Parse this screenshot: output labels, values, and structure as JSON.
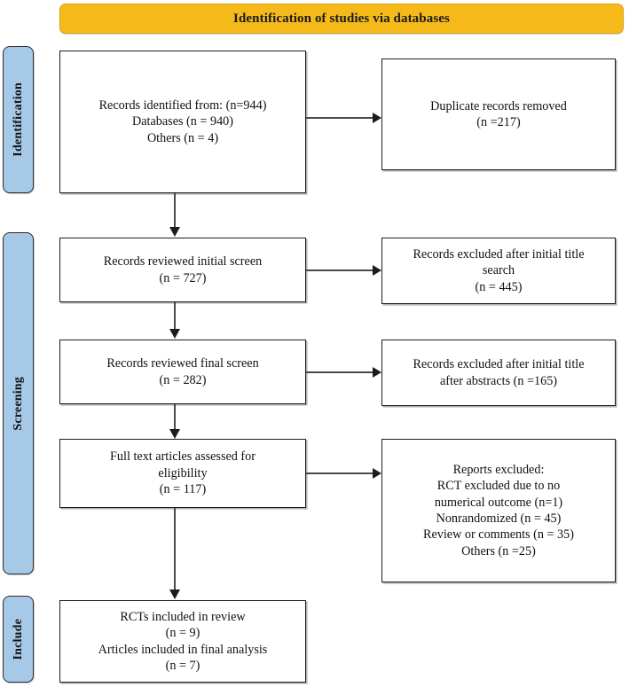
{
  "header": {
    "title": "Identification of studies via databases"
  },
  "stages": [
    {
      "id": "identification",
      "label": "Identification"
    },
    {
      "id": "screening",
      "label": "Screening"
    },
    {
      "id": "include",
      "label": "Include"
    }
  ],
  "boxes": {
    "identified": {
      "text": "Records identified from: (n=944)\nDatabases (n = 940)\nOthers (n = 4)"
    },
    "duplicates": {
      "text": "Duplicate records removed\n(n =217)"
    },
    "initial_screen": {
      "text": "Records reviewed initial screen\n(n = 727)"
    },
    "excluded_title": {
      "text": "Records excluded after initial title\nsearch\n(n = 445)"
    },
    "final_screen": {
      "text": "Records reviewed final screen\n(n = 282)"
    },
    "excluded_abstracts": {
      "text": "Records excluded after initial title\nafter abstracts (n =165)"
    },
    "fulltext": {
      "text": "Full text articles assessed for\neligibility\n(n = 117)"
    },
    "reports_excluded": {
      "text": "Reports excluded:\nRCT excluded due to no\nnumerical outcome (n=1)\nNonrandomized (n = 45)\nReview or comments (n = 35)\nOthers (n =25)"
    },
    "included": {
      "text": "RCTs included in review\n(n = 9)\nArticles included in final analysis\n(n = 7)"
    }
  },
  "chart_data": {
    "type": "diagram",
    "title": "Identification of studies via databases",
    "nodes": [
      {
        "id": "identified",
        "stage": "Identification",
        "column": "left",
        "label": "Records identified from",
        "counts": {
          "total": 944,
          "Databases": 940,
          "Others": 4
        }
      },
      {
        "id": "duplicates",
        "stage": "Identification",
        "column": "right",
        "label": "Duplicate records removed",
        "counts": {
          "n": 217
        }
      },
      {
        "id": "initial_screen",
        "stage": "Screening",
        "column": "left",
        "label": "Records reviewed initial screen",
        "counts": {
          "n": 727
        }
      },
      {
        "id": "excluded_title",
        "stage": "Screening",
        "column": "right",
        "label": "Records excluded after initial title search",
        "counts": {
          "n": 445
        }
      },
      {
        "id": "final_screen",
        "stage": "Screening",
        "column": "left",
        "label": "Records reviewed final screen",
        "counts": {
          "n": 282
        }
      },
      {
        "id": "excluded_abstracts",
        "stage": "Screening",
        "column": "right",
        "label": "Records excluded after initial title after abstracts",
        "counts": {
          "n": 165
        }
      },
      {
        "id": "fulltext",
        "stage": "Screening",
        "column": "left",
        "label": "Full text articles assessed for eligibility",
        "counts": {
          "n": 117
        }
      },
      {
        "id": "reports_excluded",
        "stage": "Screening",
        "column": "right",
        "label": "Reports excluded",
        "counts": {
          "RCT excluded due to no numerical outcome": 1,
          "Nonrandomized": 45,
          "Review or comments": 35,
          "Others": 25
        }
      },
      {
        "id": "included",
        "stage": "Include",
        "column": "left",
        "label": "RCTs included in review / Articles included in final analysis",
        "counts": {
          "RCTs included in review": 9,
          "Articles included in final analysis": 7
        }
      }
    ],
    "edges": [
      {
        "from": "identified",
        "to": "duplicates",
        "direction": "right"
      },
      {
        "from": "identified",
        "to": "initial_screen",
        "direction": "down"
      },
      {
        "from": "initial_screen",
        "to": "excluded_title",
        "direction": "right"
      },
      {
        "from": "initial_screen",
        "to": "final_screen",
        "direction": "down"
      },
      {
        "from": "final_screen",
        "to": "excluded_abstracts",
        "direction": "right"
      },
      {
        "from": "final_screen",
        "to": "fulltext",
        "direction": "down"
      },
      {
        "from": "fulltext",
        "to": "reports_excluded",
        "direction": "right"
      },
      {
        "from": "fulltext",
        "to": "included",
        "direction": "down"
      }
    ],
    "colors": {
      "header_fill": "#F6B91A",
      "stage_fill": "#A6C9E8",
      "box_fill": "#FFFFFF",
      "border": "#1C1C1C"
    }
  }
}
